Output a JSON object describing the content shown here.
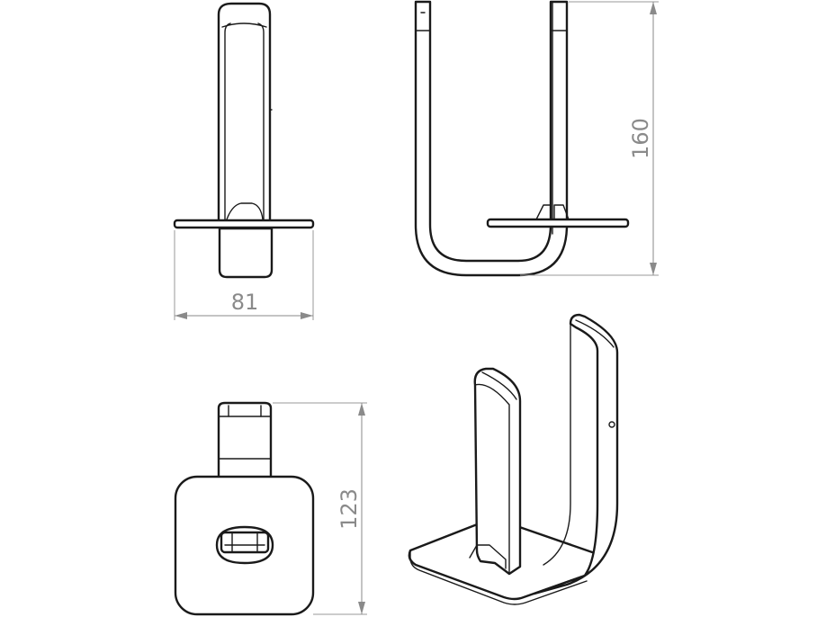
{
  "dimensions": {
    "width": "81",
    "height": "160",
    "depth": "123"
  },
  "colors": {
    "outline": "#1a1a1a",
    "dimension": "#8a8a8a",
    "background": "#ffffff"
  }
}
